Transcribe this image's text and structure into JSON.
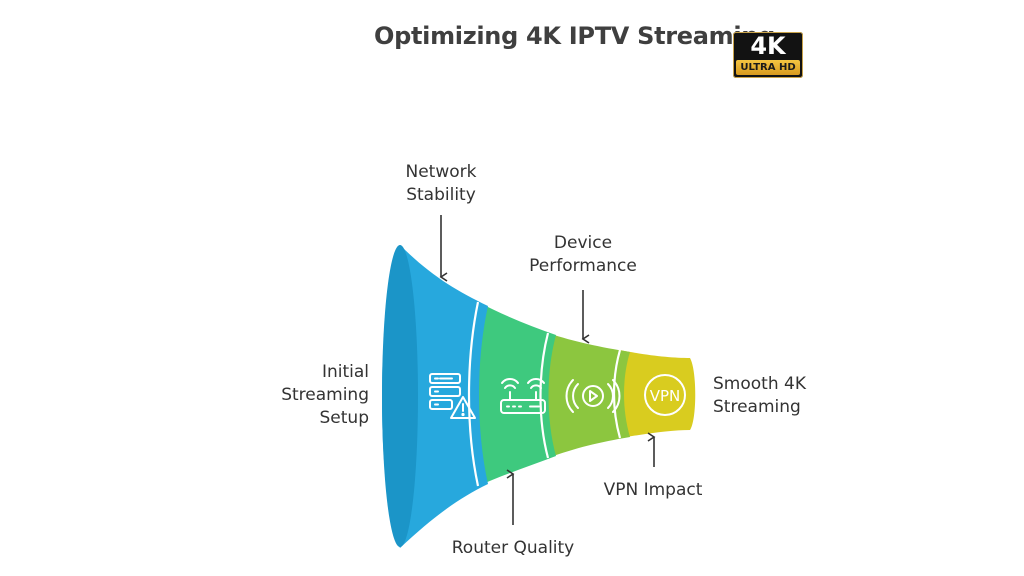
{
  "title": {
    "text": "Optimizing 4K IPTV Streaming",
    "badge_big": "4K",
    "badge_small": "ULTRA HD"
  },
  "stages": [
    {
      "name": "Network Stability",
      "label": "Network\nStability",
      "color": "#27a8dd",
      "icon": "server-warning-icon"
    },
    {
      "name": "Router Quality",
      "label": "Router Quality",
      "color": "#3ec97e",
      "icon": "router-wifi-icon"
    },
    {
      "name": "Device Performance",
      "label": "Device\nPerformance",
      "color": "#8cc63f",
      "icon": "play-broadcast-icon"
    },
    {
      "name": "VPN Impact",
      "label": "VPN Impact",
      "color": "#d9cc1f",
      "icon": "vpn-icon",
      "icon_text": "VPN"
    }
  ],
  "start_label": "Initial\nStreaming\nSetup",
  "end_label": "Smooth 4K\nStreaming"
}
